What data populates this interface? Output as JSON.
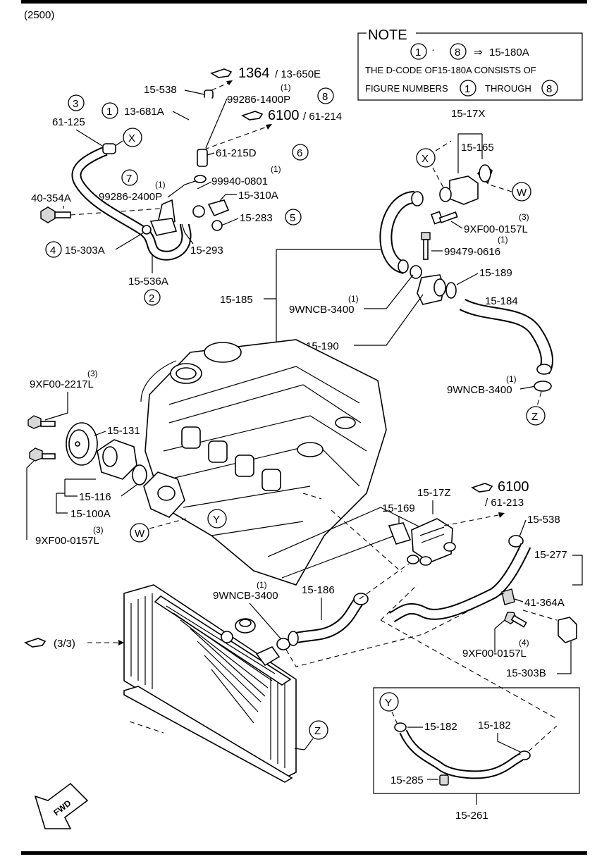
{
  "header": {
    "code": "(2500)"
  },
  "note": {
    "title": "NOTE",
    "circle_from": "1",
    "circle_to": "8",
    "equals_code": "15-180A",
    "line1": "THE D-CODE OF15-180A CONSISTS OF",
    "line2_a": "FIGURE NUMBERS",
    "line2_b": "THROUGH",
    "n1": "1",
    "n8": "8"
  },
  "refs": {
    "r1364": "1364",
    "r1364_sub": "/ 13-650E",
    "r6100a": "6100",
    "r6100a_sub": "/ 61-214",
    "r6100b": "6100",
    "r6100b_sub": "/ 61-213",
    "r33": "(3/3)"
  },
  "labels": {
    "p15_538_top": "15-538",
    "c1": "1",
    "p13_681a": "13-681A",
    "c3": "3",
    "p61_125": "61-125",
    "cx_left": "X",
    "q1_a": "(1)",
    "p99286_1400p": "99286-1400P",
    "c8": "8",
    "p61_215d": "61-215D",
    "c6": "6",
    "c7": "7",
    "q1_b": "(1)",
    "p99940_0801": "99940-0801",
    "q1_c": "(1)",
    "p99286_2400p": "99286-2400P",
    "p15_310a": "15-310A",
    "p40_354a": "40-354A",
    "p15_283": "15-283",
    "c5": "5",
    "c4": "4",
    "p15_303a": "15-303A",
    "p15_293": "15-293",
    "p15_536a": "15-536A",
    "c2": "2",
    "p15_17x": "15-17X",
    "cx_right": "X",
    "p15_165": "15-165",
    "cw_top": "W",
    "q3_a": "(3)",
    "p9xf00_0157l_a": "9XF00-0157L",
    "q1_d": "(1)",
    "p99479_0616": "99479-0616",
    "p15_189": "15-189",
    "p15_185": "15-185",
    "q1_e": "(1)",
    "p9wncb_3400_a": "9WNCB-3400",
    "p15_184": "15-184",
    "p15_190": "15-190",
    "q3_b": "(3)",
    "p9xf00_2217l": "9XF00-2217L",
    "q1_f": "(1)",
    "p9wncb_3400_b": "9WNCB-3400",
    "cz_right": "Z",
    "p15_131": "15-131",
    "p15_116": "15-116",
    "p15_100a": "15-100A",
    "q3_c": "(3)",
    "p9xf00_0157l_b": "9XF00-0157L",
    "cw_mid": "W",
    "cy_engine": "Y",
    "p15_17z": "15-17Z",
    "p15_169": "15-169",
    "p15_538_mid": "15-538",
    "p15_277": "15-277",
    "q1_g": "(1)",
    "p9wncb_3400_c": "9WNCB-3400",
    "p15_186": "15-186",
    "p41_364a": "41-364A",
    "p9xf00_0157l_c": "9XF00-0157L",
    "q4": "(4)",
    "p15_303b": "15-303B",
    "cy_box": "Y",
    "p15_182_a": "15-182",
    "p15_182_b": "15-182",
    "p15_285": "15-285",
    "p15_261": "15-261",
    "cz_left": "Z",
    "fwd": "FWD"
  }
}
